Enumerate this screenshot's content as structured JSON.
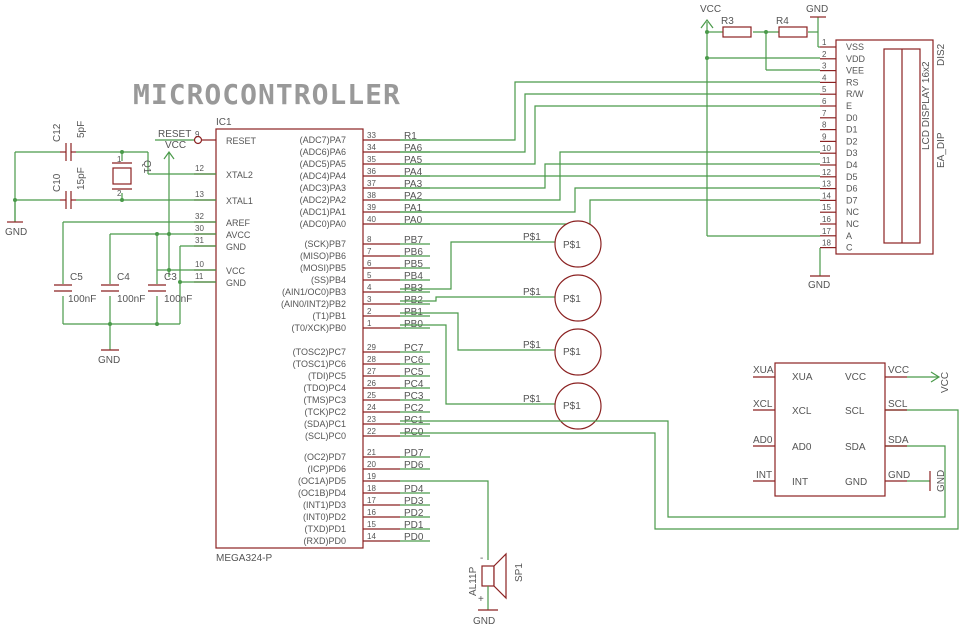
{
  "title": "MICROCONTROLLER",
  "mcu": {
    "ref": "IC1",
    "part": "MEGA324-P",
    "left_pins": [
      {
        "num": "9",
        "name": "RESET"
      },
      {
        "num": "12",
        "name": "XTAL2"
      },
      {
        "num": "13",
        "name": "XTAL1"
      },
      {
        "num": "32",
        "name": "AREF"
      },
      {
        "num": "30",
        "name": "AVCC"
      },
      {
        "num": "31",
        "name": "GND"
      },
      {
        "num": "10",
        "name": "VCC"
      },
      {
        "num": "11",
        "name": "GND"
      }
    ],
    "right_pins": [
      {
        "num": "33",
        "name": "(ADC7)PA7",
        "net": "R1"
      },
      {
        "num": "34",
        "name": "(ADC6)PA6",
        "net": "PA6"
      },
      {
        "num": "35",
        "name": "(ADC5)PA5",
        "net": "PA5"
      },
      {
        "num": "36",
        "name": "(ADC4)PA4",
        "net": "PA4"
      },
      {
        "num": "37",
        "name": "(ADC3)PA3",
        "net": "PA3"
      },
      {
        "num": "38",
        "name": "(ADC2)PA2",
        "net": "PA2"
      },
      {
        "num": "39",
        "name": "(ADC1)PA1",
        "net": "PA1"
      },
      {
        "num": "40",
        "name": "(ADC0)PA0",
        "net": "PA0"
      },
      {
        "num": "8",
        "name": "(SCK)PB7",
        "net": "PB7"
      },
      {
        "num": "7",
        "name": "(MISO)PB6",
        "net": "PB6"
      },
      {
        "num": "6",
        "name": "(MOSI)PB5",
        "net": "PB5"
      },
      {
        "num": "5",
        "name": "(SS)PB4",
        "net": "PB4"
      },
      {
        "num": "4",
        "name": "(AIN1/OC0)PB3",
        "net": "PB3"
      },
      {
        "num": "3",
        "name": "(AIN0/INT2)PB2",
        "net": "PB2"
      },
      {
        "num": "2",
        "name": "(T1)PB1",
        "net": "PB1"
      },
      {
        "num": "1",
        "name": "(T0/XCK)PB0",
        "net": "PB0"
      },
      {
        "num": "29",
        "name": "(TOSC2)PC7",
        "net": "PC7"
      },
      {
        "num": "28",
        "name": "(TOSC1)PC6",
        "net": "PC6"
      },
      {
        "num": "27",
        "name": "(TDI)PC5",
        "net": "PC5"
      },
      {
        "num": "26",
        "name": "(TDO)PC4",
        "net": "PC4"
      },
      {
        "num": "25",
        "name": "(TMS)PC3",
        "net": "PC3"
      },
      {
        "num": "24",
        "name": "(TCK)PC2",
        "net": "PC2"
      },
      {
        "num": "23",
        "name": "(SDA)PC1",
        "net": "PC1"
      },
      {
        "num": "22",
        "name": "(SCL)PC0",
        "net": "PC0"
      },
      {
        "num": "21",
        "name": "(OC2)PD7",
        "net": "PD7"
      },
      {
        "num": "20",
        "name": "(ICP)PD6",
        "net": "PD6"
      },
      {
        "num": "19",
        "name": "(OC1A)PD5",
        "net": ""
      },
      {
        "num": "18",
        "name": "(OC1B)PD4",
        "net": "PD4"
      },
      {
        "num": "17",
        "name": "(INT1)PD3",
        "net": "PD3"
      },
      {
        "num": "16",
        "name": "(INT0)PD2",
        "net": "PD2"
      },
      {
        "num": "15",
        "name": "(TXD)PD1",
        "net": "PD1"
      },
      {
        "num": "14",
        "name": "(RXD)PD0",
        "net": "PD0"
      }
    ]
  },
  "lcd": {
    "ref": "DIS2",
    "part": "EA_DIP",
    "label": "LCD DISPLAY 16x2",
    "pins": [
      {
        "num": "1",
        "name": "VSS"
      },
      {
        "num": "2",
        "name": "VDD"
      },
      {
        "num": "3",
        "name": "VEE"
      },
      {
        "num": "4",
        "name": "RS"
      },
      {
        "num": "5",
        "name": "R/W"
      },
      {
        "num": "6",
        "name": "E"
      },
      {
        "num": "7",
        "name": "D0"
      },
      {
        "num": "8",
        "name": "D1"
      },
      {
        "num": "9",
        "name": "D2"
      },
      {
        "num": "10",
        "name": "D3"
      },
      {
        "num": "11",
        "name": "D4"
      },
      {
        "num": "12",
        "name": "D5"
      },
      {
        "num": "13",
        "name": "D6"
      },
      {
        "num": "14",
        "name": "D7"
      },
      {
        "num": "15",
        "name": "NC"
      },
      {
        "num": "16",
        "name": "NC"
      },
      {
        "num": "17",
        "name": "A"
      },
      {
        "num": "18",
        "name": "C"
      }
    ]
  },
  "rtc": {
    "pins_left": [
      {
        "out": "XUA",
        "name": "XUA"
      },
      {
        "out": "XCL",
        "name": "XCL"
      },
      {
        "out": "AD0",
        "name": "AD0"
      },
      {
        "out": "INT",
        "name": "INT"
      }
    ],
    "pins_right": [
      {
        "out": "VCC",
        "name": "VCC"
      },
      {
        "out": "SCL",
        "name": "SCL"
      },
      {
        "out": "SDA",
        "name": "SDA"
      },
      {
        "out": "GND",
        "name": "GND"
      }
    ]
  },
  "switches": [
    {
      "label": "P$1",
      "pin": "P$1"
    },
    {
      "label": "P$1",
      "pin": "P$1"
    },
    {
      "label": "P$1",
      "pin": "P$1"
    },
    {
      "label": "P$1",
      "pin": "P$1"
    }
  ],
  "caps": {
    "c12": {
      "ref": "C12",
      "val": "5pF"
    },
    "c10": {
      "ref": "C10",
      "val": "15pF"
    },
    "c5": {
      "ref": "C5",
      "val": "100nF"
    },
    "c4": {
      "ref": "C4",
      "val": "100nF"
    },
    "c3": {
      "ref": "C3",
      "val": "100nF"
    }
  },
  "crystal": {
    "ref": "Q1",
    "pin1": "1",
    "pin2": "2"
  },
  "resistors": {
    "r3": "R3",
    "r4": "R4"
  },
  "speaker": {
    "ref": "SP1",
    "part": "AL11P",
    "plus": "+",
    "minus": "-"
  },
  "power": {
    "vcc": "VCC",
    "gnd": "GND",
    "reset_net": "RESET"
  }
}
